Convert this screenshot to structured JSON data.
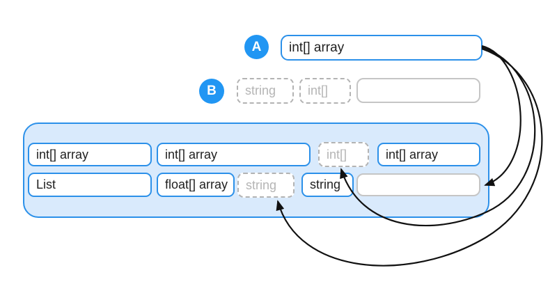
{
  "colors": {
    "accent_blue": "#2196f3",
    "chip_border_blue": "#2b90e9",
    "tray_fill": "#d9eafc",
    "dashed_gray": "#b3b3b3",
    "empty_slot_gray": "#c5c5c5",
    "text_black": "#1f1f1f",
    "arrow_black": "#111111"
  },
  "section_a": {
    "marker": "A",
    "slot_label": "int[] array"
  },
  "section_b": {
    "marker": "B",
    "tokens": [
      {
        "label": "string"
      },
      {
        "label": "int[]"
      }
    ],
    "empty_slot_label": ""
  },
  "tray": {
    "row1": [
      {
        "label": "int[] array",
        "style": "solid"
      },
      {
        "label": "int[] array",
        "style": "solid"
      },
      {
        "label": "int[]",
        "style": "dashed"
      },
      {
        "label": "int[] array",
        "style": "solid"
      }
    ],
    "row2": [
      {
        "label": "List",
        "style": "solid"
      },
      {
        "label": "float[] array",
        "style": "solid"
      },
      {
        "label": "string",
        "style": "dashed"
      },
      {
        "label": "string",
        "style": "solid"
      },
      {
        "label": "",
        "style": "empty"
      }
    ]
  }
}
